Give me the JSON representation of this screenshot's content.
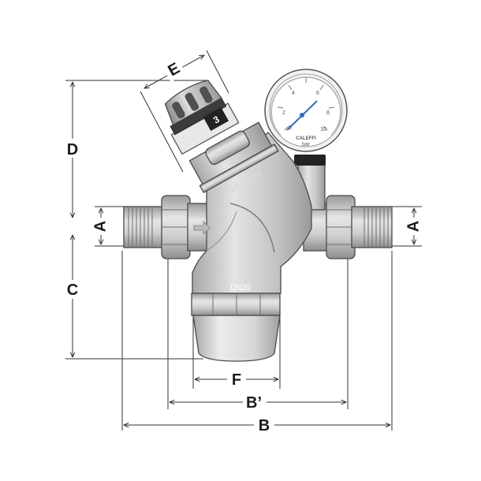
{
  "dimensions": {
    "A_left": "A",
    "A_right": "A",
    "B": "B",
    "B_prime": "B’",
    "C": "C",
    "D": "D",
    "E": "E",
    "F": "F"
  },
  "gauge": {
    "ticks": [
      "0",
      "2",
      "4",
      "6",
      "8",
      "10"
    ],
    "brand": "CALEFFI",
    "unit": "bar"
  },
  "valve": {
    "body_brand": "CALEFFI",
    "size_marking": "DN20",
    "knob_marking": "3"
  },
  "colors": {
    "body": "#c9c9c9",
    "body_dark": "#9e9e9e",
    "knob_dark": "#3c3c3c",
    "knob_light": "#d0d0d0",
    "gauge_arrow": "#2f6fb3",
    "gauge_plug": "#222222"
  },
  "icons": [
    "flow-direction-arrow-icon"
  ]
}
